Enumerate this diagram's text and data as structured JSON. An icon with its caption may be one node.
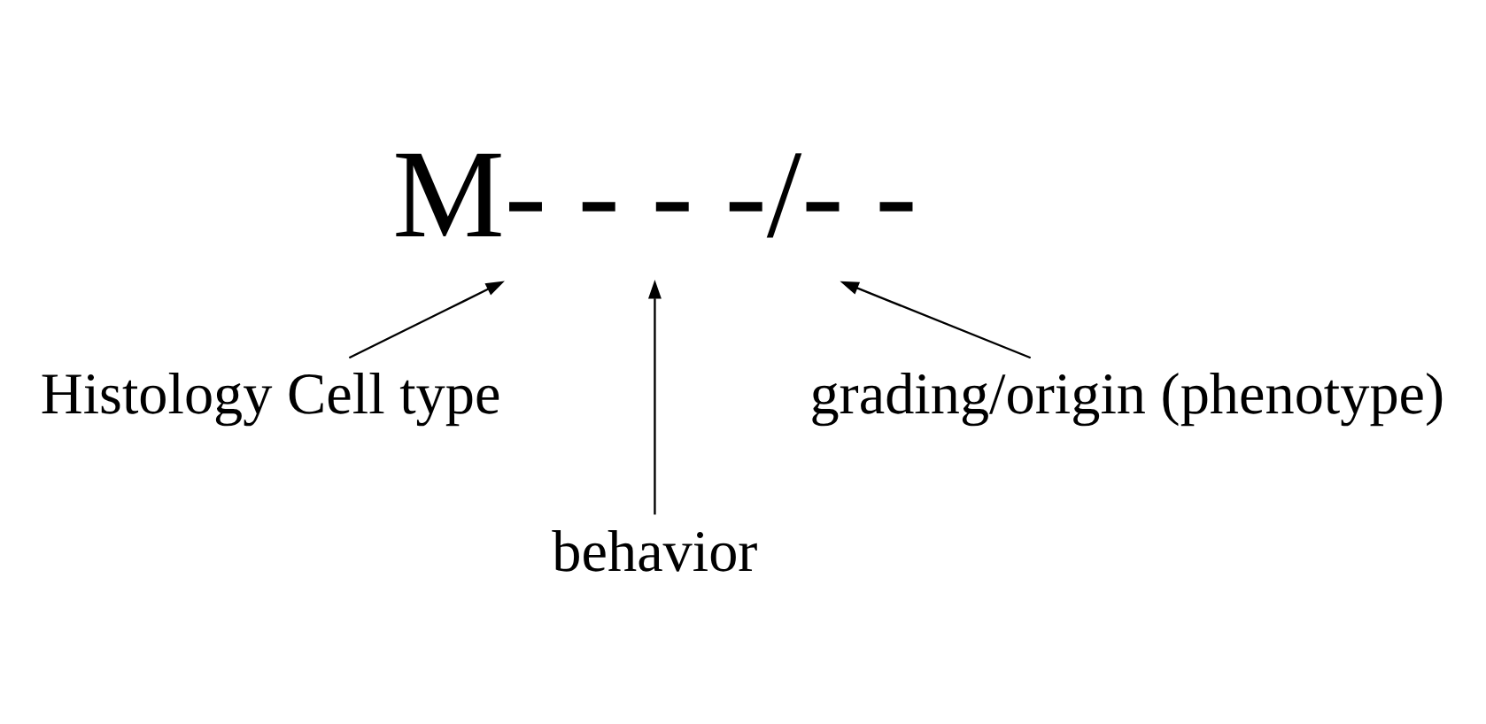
{
  "diagram": {
    "nodes": [
      {
        "text": [
          "M- - - -/- -"
        ]
      },
      {
        "text": [
          "Histology Cell type"
        ]
      },
      {
        "text": [
          "behavior"
        ]
      },
      {
        "text": [
          "grading/origin (phenotype)"
        ]
      }
    ],
    "edges": [
      {
        "from": 1,
        "to": 0,
        "arrow": "to"
      },
      {
        "from": 2,
        "to": 0,
        "arrow": "to"
      },
      {
        "from": 3,
        "to": 0,
        "arrow": "to"
      }
    ]
  }
}
